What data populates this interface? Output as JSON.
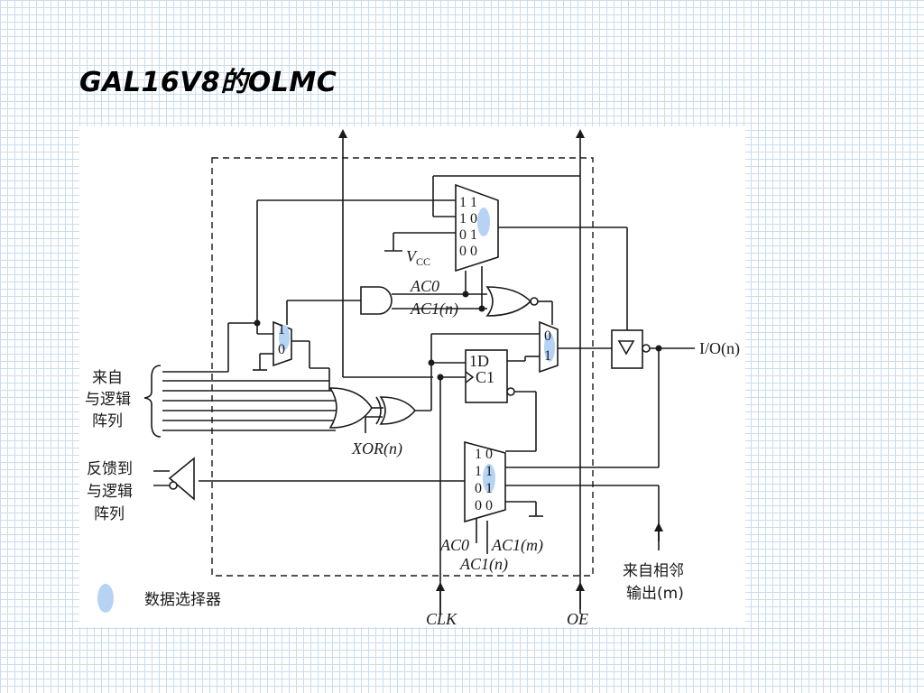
{
  "slide": {
    "title": "GAL16V8的OLMC"
  },
  "diagram": {
    "labels": {
      "and_array_in_1": "来自",
      "and_array_in_2": "与逻辑",
      "and_array_in_3": "阵列",
      "feedback_1": "反馈到",
      "feedback_2": "与逻辑",
      "feedback_3": "阵列",
      "neighbor_1": "来自相邻",
      "neighbor_2": "输出(m)",
      "io_pin": "I/O(n)",
      "clk": "CLK",
      "oe": "OE",
      "xor": "XOR(n)",
      "ac0_top": "AC0",
      "ac1n_top": "AC1(n)",
      "ac0_bottom": "AC0",
      "ac1m_bottom": "AC1(m)",
      "ac1n_bottom": "AC1(n)",
      "vcc": "V",
      "vcc_sub": "CC",
      "dff_d": "1D",
      "dff_c": "C1"
    },
    "muxes": {
      "oe_mux": [
        "1 1",
        "1 0",
        "0 1",
        "0 0"
      ],
      "out_mux": [
        "0",
        "1"
      ],
      "fb_mux": [
        "1 0",
        "1 1",
        "0 1",
        "0 0"
      ],
      "ptm_mux": [
        "1",
        "0"
      ]
    },
    "legend": {
      "label": "数据选择器"
    }
  }
}
